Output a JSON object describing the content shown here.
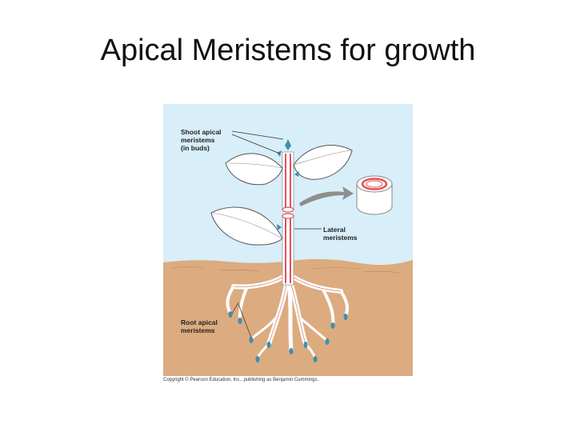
{
  "slide": {
    "title": "Apical Meristems for growth"
  },
  "figure": {
    "labels": {
      "shoot_line1": "Shoot apical",
      "shoot_line2": "meristems",
      "shoot_line3": "(in buds)",
      "lateral_line1": "Lateral",
      "lateral_line2": "meristems",
      "root_line1": "Root apical",
      "root_line2": "meristems"
    },
    "copyright": "Copyright © Pearson Education, Inc., publishing as Benjamin Cummings."
  },
  "colors": {
    "sky": "#d8eef8",
    "soil": "#dcab7f",
    "leaf_fill": "#ffffff",
    "stem_red": "#e0505a",
    "meristem_blue": "#3d8fb3",
    "arrow_gray": "#8e8e8e"
  }
}
